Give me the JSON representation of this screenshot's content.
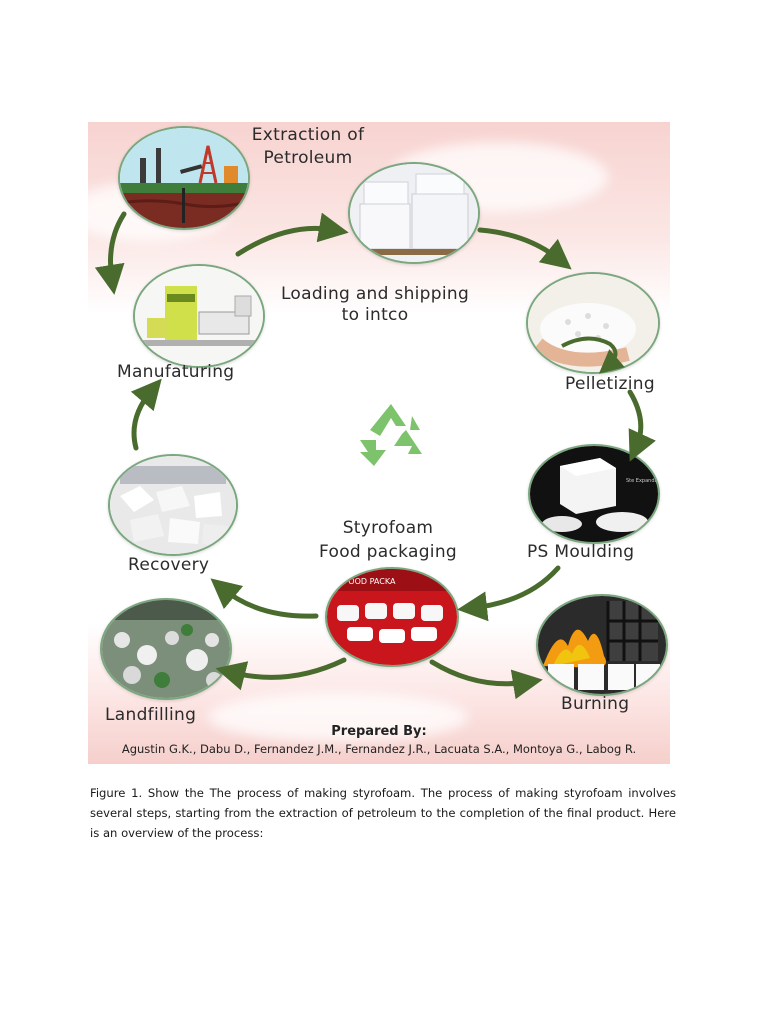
{
  "figure": {
    "steps": {
      "extraction": "Extraction of\nPetroleum",
      "loading": "Loading and shipping\nto intco",
      "pelletizing": "Pelletizing",
      "moulding": "PS Moulding",
      "packaging": "Styrofoam\nFood packaging",
      "recovery": "Recovery",
      "manufacturing": "Manufaturing",
      "landfilling": "Landfilling",
      "burning": "Burning"
    },
    "inset_text": {
      "packaging_sign": "D FOOD PACKA",
      "moulding_tag": "Ste Expanda"
    },
    "prepared_by": "Prepared By:",
    "authors": "Agustin G.K., Dabu D., Fernandez J.M., Fernandez J.R., Lacuata S.A., Montoya G., Labog R.",
    "colors": {
      "arrow": "#4a6b2e",
      "recycle": "#7cc36b",
      "background_tint": "#f7d3d0"
    },
    "icons": [
      "oil-rig-icon",
      "recycle-icon"
    ]
  },
  "caption": "Figure 1. Show the The process of making styrofoam. The process of making styrofoam involves several steps, starting from the extraction of petroleum to the completion of the final product. Here is an overview of the process:"
}
